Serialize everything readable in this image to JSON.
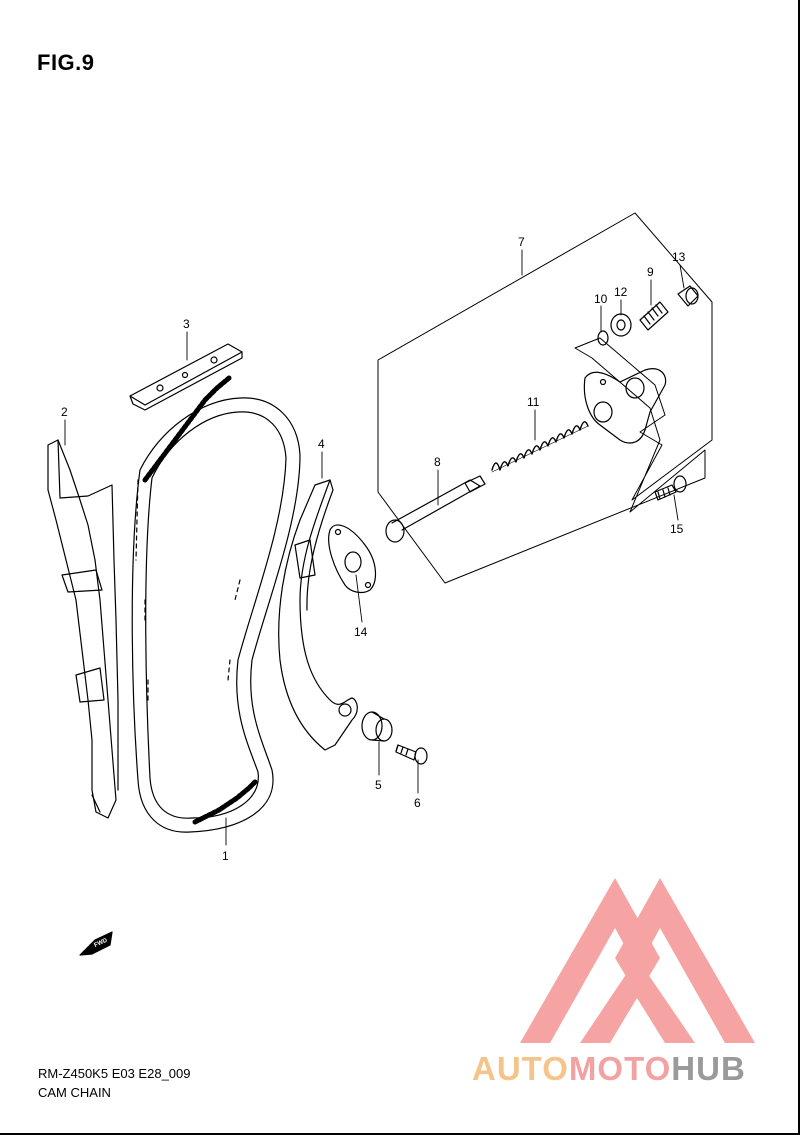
{
  "figure": {
    "title": "FIG.9"
  },
  "callouts": [
    "1",
    "2",
    "3",
    "4",
    "5",
    "6",
    "7",
    "8",
    "9",
    "10",
    "11",
    "12",
    "13",
    "14",
    "15"
  ],
  "fwd_label": "FWD",
  "footer": {
    "code": "RM-Z450K5 E03 E28_009",
    "name": "CAM CHAIN"
  },
  "watermark": {
    "part1": "AUTO",
    "part2": "MOTO",
    "part3": "HUB"
  },
  "colors": {
    "line": "#000000",
    "watermark_red": "#f59a9a",
    "watermark_orange": "#f5c48a",
    "watermark_gray": "#9a9a9a"
  }
}
